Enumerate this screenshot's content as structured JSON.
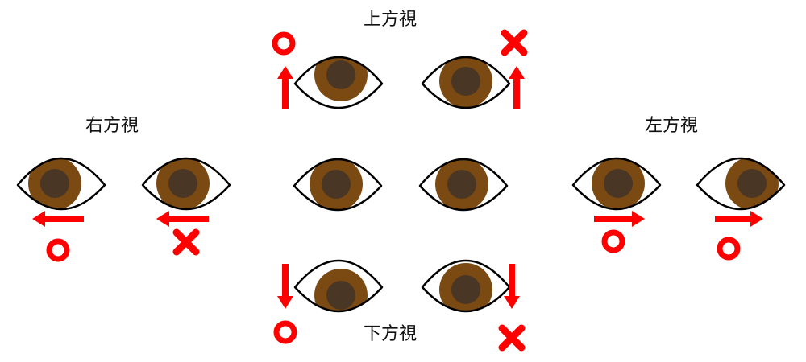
{
  "labels": {
    "up": "上方視",
    "right": "右方視",
    "left": "左方視",
    "down": "下方視"
  },
  "colors": {
    "iris": "#7a4a12",
    "pupil": "#4a3624",
    "outline": "#000000",
    "sclera": "#ffffff",
    "mark": "#ff0000"
  },
  "groups": [
    {
      "gaze": "up",
      "eyes": [
        "up-partial",
        "up-full"
      ],
      "verdicts": [
        "correct",
        "incorrect"
      ]
    },
    {
      "gaze": "right",
      "eyes": [
        "right-full",
        "right-partial"
      ],
      "verdicts": [
        "correct",
        "incorrect"
      ]
    },
    {
      "gaze": "center",
      "eyes": [
        "center",
        "center"
      ]
    },
    {
      "gaze": "left",
      "eyes": [
        "left-partial",
        "left-full"
      ],
      "verdicts": [
        "correct",
        "correct"
      ]
    },
    {
      "gaze": "down",
      "eyes": [
        "down-partial",
        "down-full"
      ],
      "verdicts": [
        "correct",
        "incorrect"
      ]
    }
  ],
  "icons": {
    "correct": "circle-o-icon",
    "incorrect": "cross-x-icon",
    "arrow": "arrow-icon"
  }
}
